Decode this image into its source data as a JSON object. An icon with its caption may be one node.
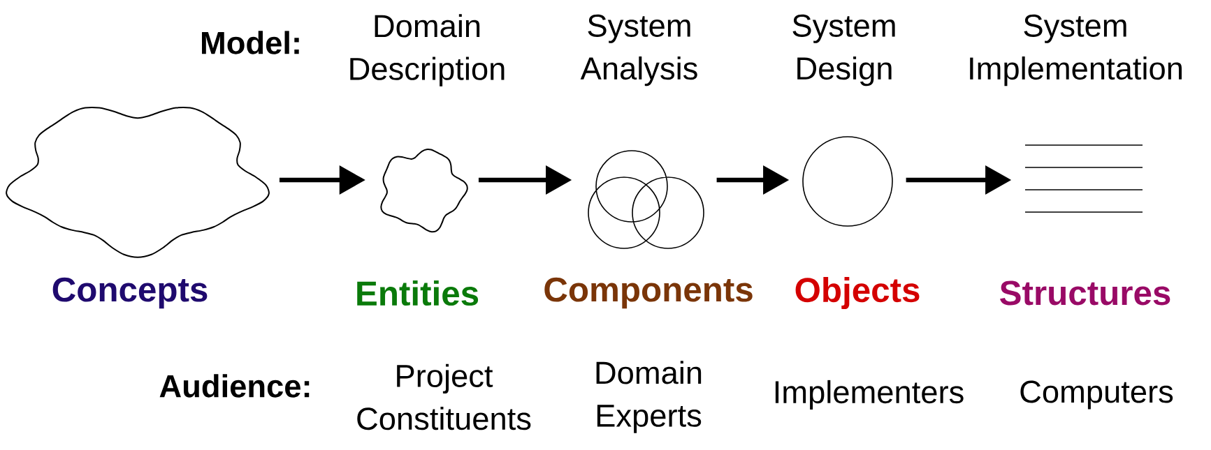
{
  "diagram": {
    "nodes": [
      {
        "text": [],
        "shape": "cloud",
        "beside": [
          "Concepts"
        ]
      },
      {
        "text": [],
        "shape": "cloud",
        "beside": [
          "Entities"
        ]
      },
      {
        "text": [],
        "shape": "circles",
        "beside": [
          "Components"
        ]
      },
      {
        "text": [],
        "shape": "circle",
        "beside": [
          "Objects"
        ]
      },
      {
        "text": [],
        "shape": "lines",
        "beside": [
          "Structures"
        ]
      }
    ],
    "edges": [
      {
        "from": 0,
        "to": 1,
        "arrow": "to"
      },
      {
        "from": 1,
        "to": 2,
        "arrow": "to"
      },
      {
        "from": 2,
        "to": 3,
        "arrow": "to"
      },
      {
        "from": 3,
        "to": 4,
        "arrow": "to"
      }
    ],
    "labels": [
      "Model:",
      "Domain Description",
      "System Analysis",
      "System Design",
      "System Implementation",
      "Audience:",
      "Project Constituents",
      "Domain Experts",
      "Implementers",
      "Computers"
    ]
  }
}
